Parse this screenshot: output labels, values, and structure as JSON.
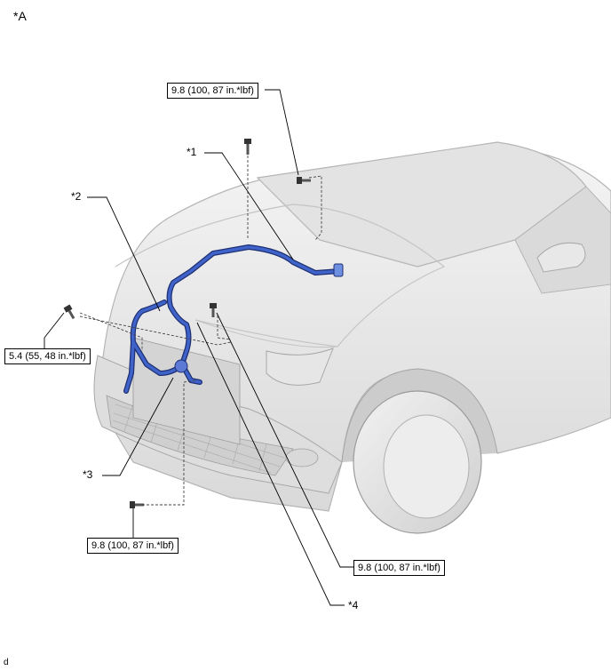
{
  "view_label": "*A",
  "callouts": {
    "c1": "*1",
    "c2": "*2",
    "c3": "*3",
    "c4": "*4"
  },
  "torque": {
    "top": "9.8 (100, 87 in.*lbf)",
    "left": "5.4 (55, 48 in.*lbf)",
    "bottom": "9.8 (100, 87 in.*lbf)",
    "right": "9.8 (100, 87 in.*lbf)"
  },
  "figure_code": "d",
  "colors": {
    "harness": "#3f63c9",
    "harness_outline": "#1d2f73",
    "body_fill": "#ececec",
    "body_stroke": "#b9b9b9"
  }
}
